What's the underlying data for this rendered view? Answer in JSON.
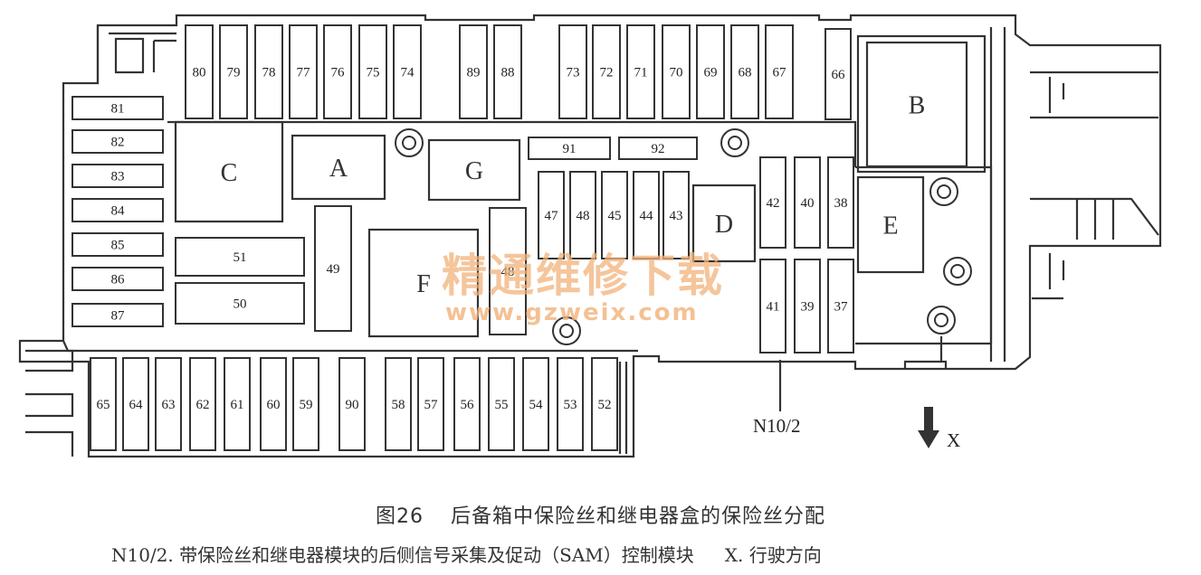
{
  "fuses": {
    "f80": "80",
    "f79": "79",
    "f78": "78",
    "f77": "77",
    "f76": "76",
    "f75": "75",
    "f74": "74",
    "f89": "89",
    "f88": "88",
    "f73": "73",
    "f72": "72",
    "f71": "71",
    "f70": "70",
    "f69": "69",
    "f68": "68",
    "f67": "67",
    "f66": "66",
    "f81": "81",
    "f82": "82",
    "f83": "83",
    "f84": "84",
    "f85": "85",
    "f86": "86",
    "f87": "87",
    "f91": "91",
    "f92": "92",
    "f47": "47",
    "f48": "48",
    "f45": "45",
    "f44": "44",
    "f43": "43",
    "f42": "42",
    "f40": "40",
    "f38": "38",
    "f41": "41",
    "f39": "39",
    "f37": "37",
    "f51": "51",
    "f50": "50",
    "f49": "49",
    "f48b": "48",
    "f65": "65",
    "f64": "64",
    "f63": "63",
    "f62": "62",
    "f61": "61",
    "f60": "60",
    "f59": "59",
    "f90": "90",
    "f58": "58",
    "f57": "57",
    "f56": "56",
    "f55": "55",
    "f54": "54",
    "f53": "53",
    "f52": "52"
  },
  "relays": {
    "A": "A",
    "B": "B",
    "C": "C",
    "D": "D",
    "E": "E",
    "F": "F",
    "G": "G"
  },
  "labels": {
    "module": "N10/2",
    "direction": "X"
  },
  "watermark": {
    "cn": "精通维修下载",
    "url": "www.gzweix.com"
  },
  "caption": {
    "figure": "图26",
    "title": "后备箱中保险丝和继电器盒的保险丝分配"
  },
  "legend": {
    "item1": "N10/2. 带保险丝和继电器模块的后侧信号采集及促动（SAM）控制模块",
    "item2": "X. 行驶方向"
  }
}
